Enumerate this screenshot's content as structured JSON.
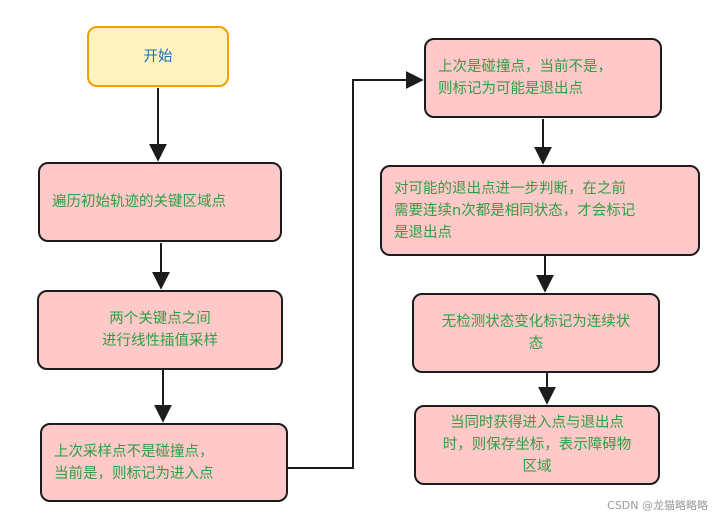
{
  "nodes": {
    "start": "开始",
    "n1": "遍历初始轨迹的关键区域点",
    "n2": "两个关键点之间\n进行线性插值采样",
    "n3": "上次采样点不是碰撞点，\n当前是，则标记为进入点",
    "n4": "上次是碰撞点，当前不是，\n则标记为可能是退出点",
    "n5": "对可能的退出点进一步判断，在之前\n需要连续n次都是相同状态，才会标记\n是退出点",
    "n6": "无检测状态变化标记为连续状\n态",
    "n7": "当同时获得进入点与退出点\n时，则保存坐标，表示障碍物\n区域"
  },
  "watermark": "CSDN @龙猫略略略",
  "colors": {
    "node_fill": "#ffc9c9",
    "start_fill": "#fff3bf",
    "start_border": "#f59f00",
    "node_text": "#2f9e44",
    "start_text": "#1971c2",
    "stroke": "#1c1c1c"
  }
}
